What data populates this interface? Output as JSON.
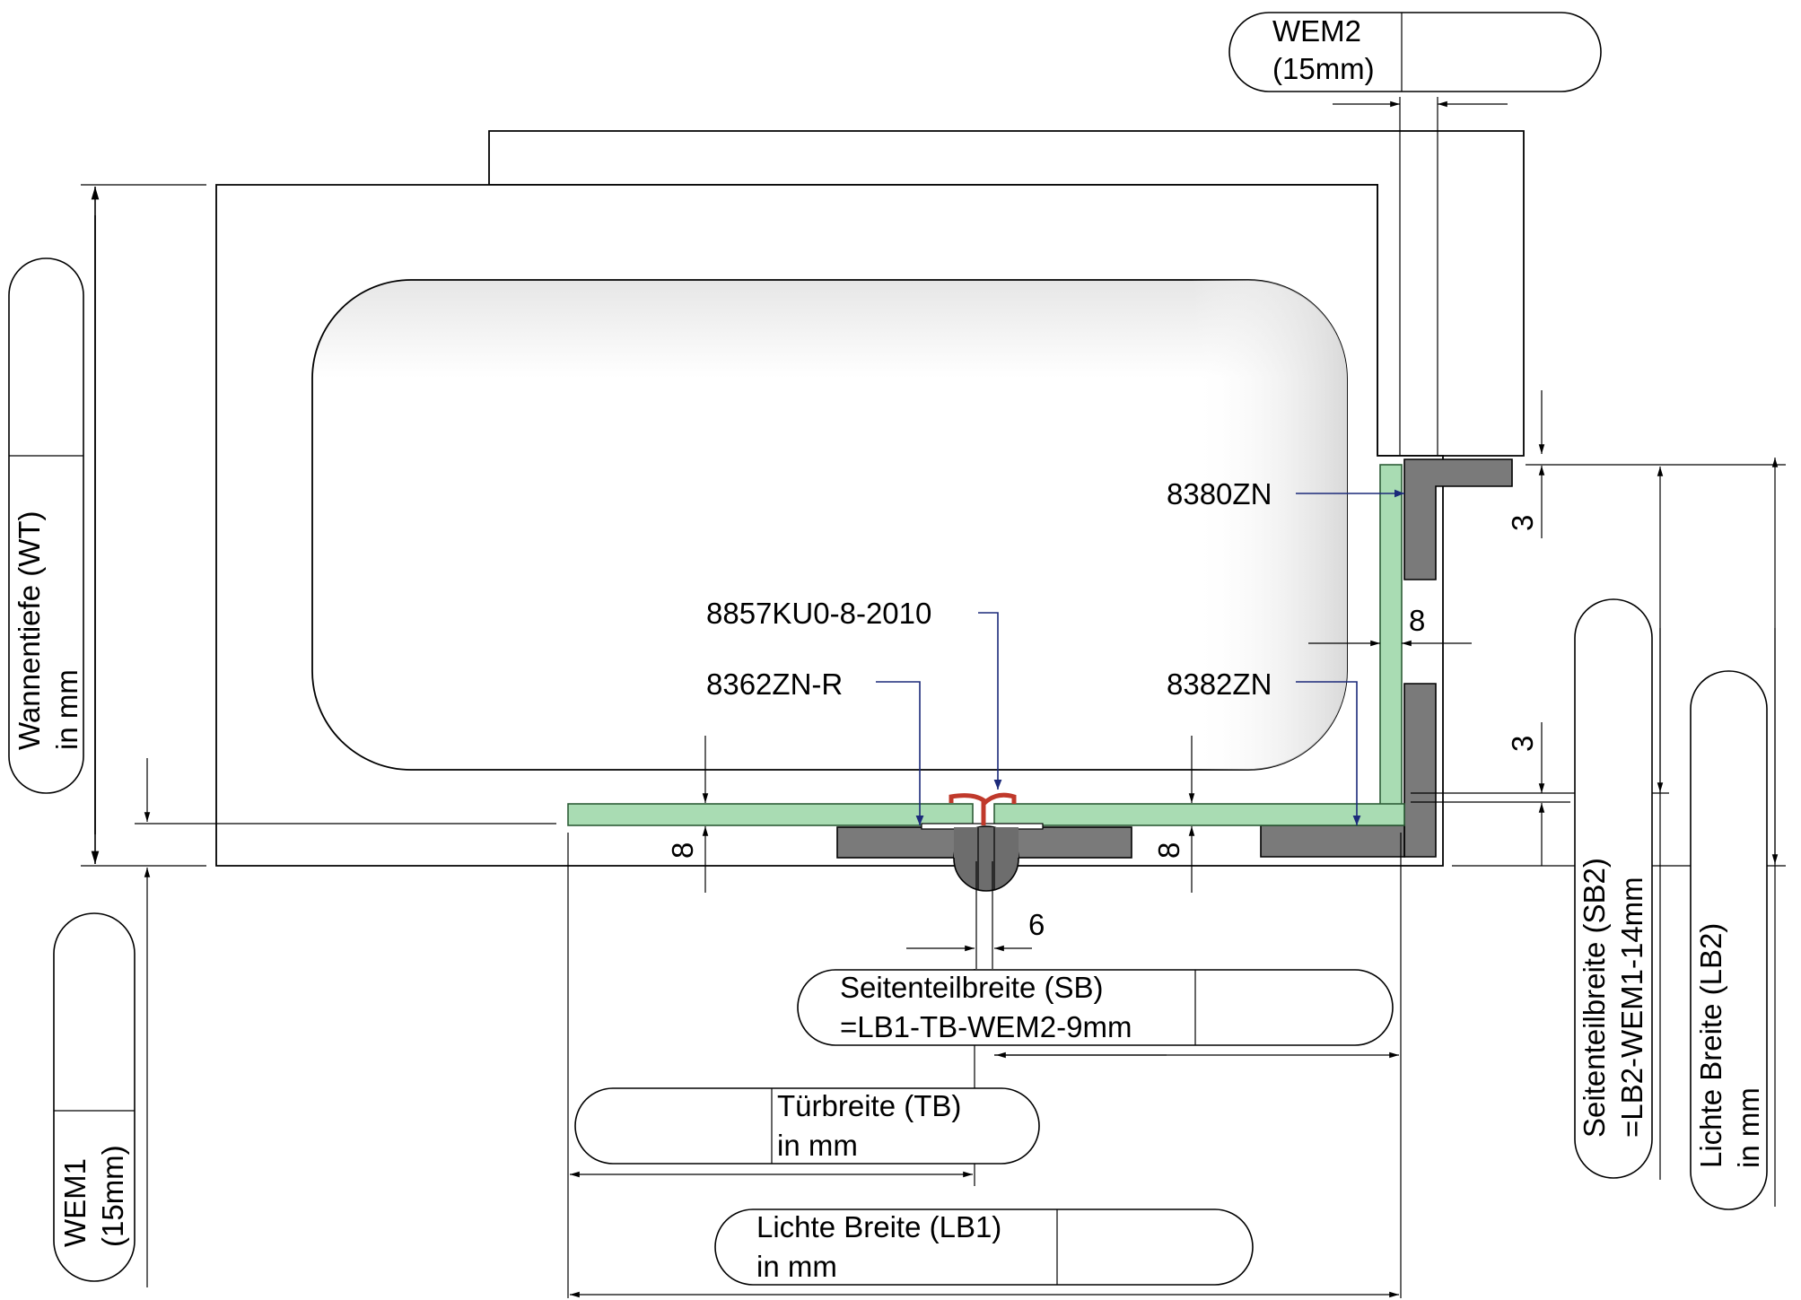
{
  "labels": {
    "wem2": [
      "WEM2",
      "(15mm)"
    ],
    "wem1": [
      "WEM1",
      "(15mm)"
    ],
    "wannentiefe": [
      "Wannentiefe (WT)",
      "in mm"
    ],
    "seitenteilbreite_sb2": [
      "Seitenteilbreite (SB2)",
      "=LB2-WEM1-14mm"
    ],
    "lichte_breite_lb2": [
      "Lichte Breite (LB2)",
      "in mm"
    ],
    "seitenteilbreite_sb": [
      "Seitenteilbreite (SB)",
      "=LB1-TB-WEM2-9mm"
    ],
    "tuerbreite": [
      "Türbreite (TB)",
      "in mm"
    ],
    "lichte_breite_lb1": [
      "Lichte Breite (LB1)",
      "in mm"
    ]
  },
  "parts": {
    "p8380ZN": "8380ZN",
    "p8857": "8857KU0-8-2010",
    "p8362": "8362ZN-R",
    "p8382ZN": "8382ZN"
  },
  "dims": {
    "d8_right": "8",
    "d3_top": "3",
    "d3_bottom": "3",
    "d8_left": "8",
    "d8_mid": "8",
    "d6": "6"
  },
  "colors": {
    "glass": "#a9dcb3",
    "profile": "#7a7a7a",
    "seal": "#c0392b",
    "leader": "#1c2a7a"
  }
}
